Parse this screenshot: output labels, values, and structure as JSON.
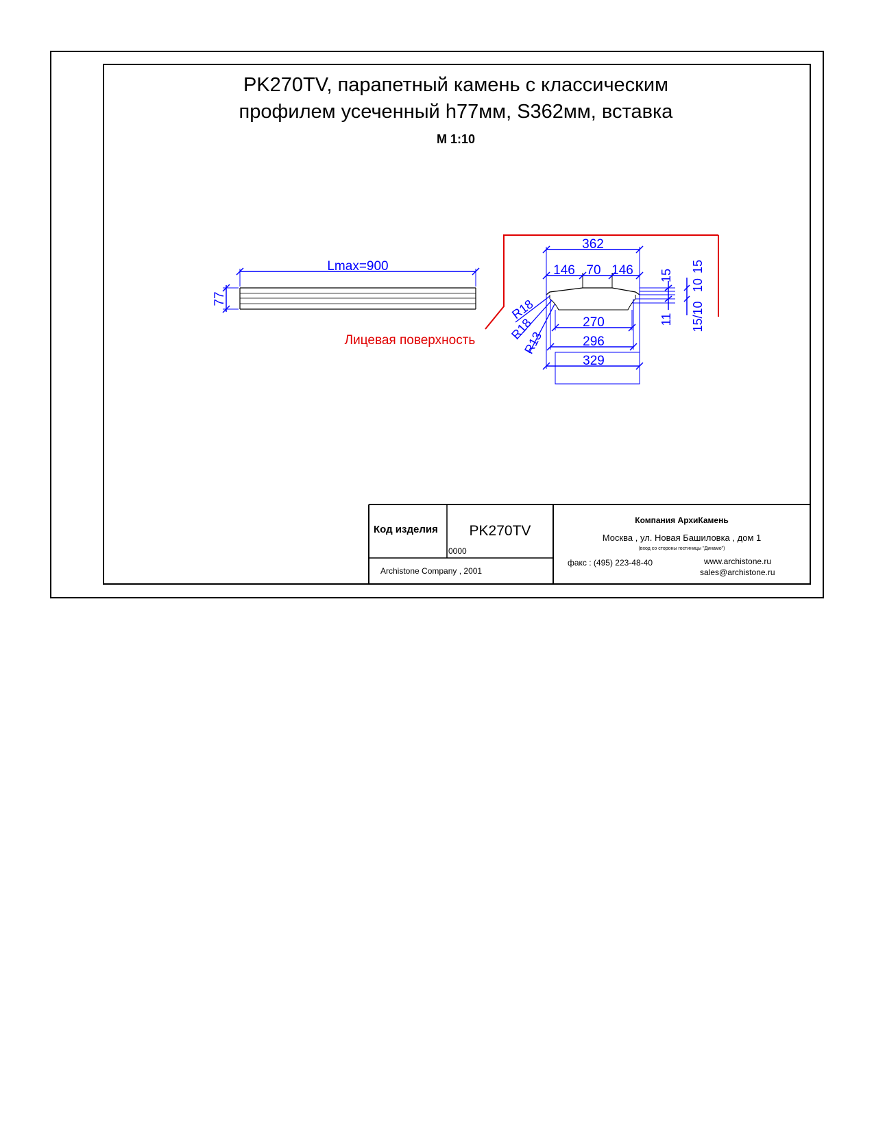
{
  "title": {
    "line1": "PK270TV, парапетный камень с классическим",
    "line2": "профилем усеченный h77мм, S362мм, вставка",
    "scale": "М 1:10"
  },
  "drawing": {
    "side_view": {
      "length_label": "Lmax=900",
      "height_label": "77"
    },
    "face_label": "Лицевая поверхность",
    "section": {
      "overall_width": "362",
      "top_left": "146",
      "top_mid": "70",
      "top_right": "146",
      "w270": "270",
      "w296": "296",
      "w329": "329",
      "r1": "R18",
      "r2": "R18",
      "r3": "R13",
      "right_a": "15",
      "right_b": "11",
      "right_c": "15",
      "right_d": "10",
      "right_e": "15/10"
    },
    "colors": {
      "dimension": "#0000ff",
      "face_marker": "#e00000",
      "outline": "#000000"
    }
  },
  "title_block": {
    "code_label": "Код изделия",
    "code_value": "PK270TV",
    "code_number": "0000",
    "copyright": "Archistone  Company ,  2001",
    "company": "Компания  АрхиКамень",
    "address": "Москва , ул. Новая Башиловка , дом 1",
    "address_note": "(вход со стороны гостиницы \"Динамо\")",
    "phone": "факс : (495) 223-48-40",
    "website": "www.archistone.ru",
    "email": "sales@archistone.ru"
  }
}
